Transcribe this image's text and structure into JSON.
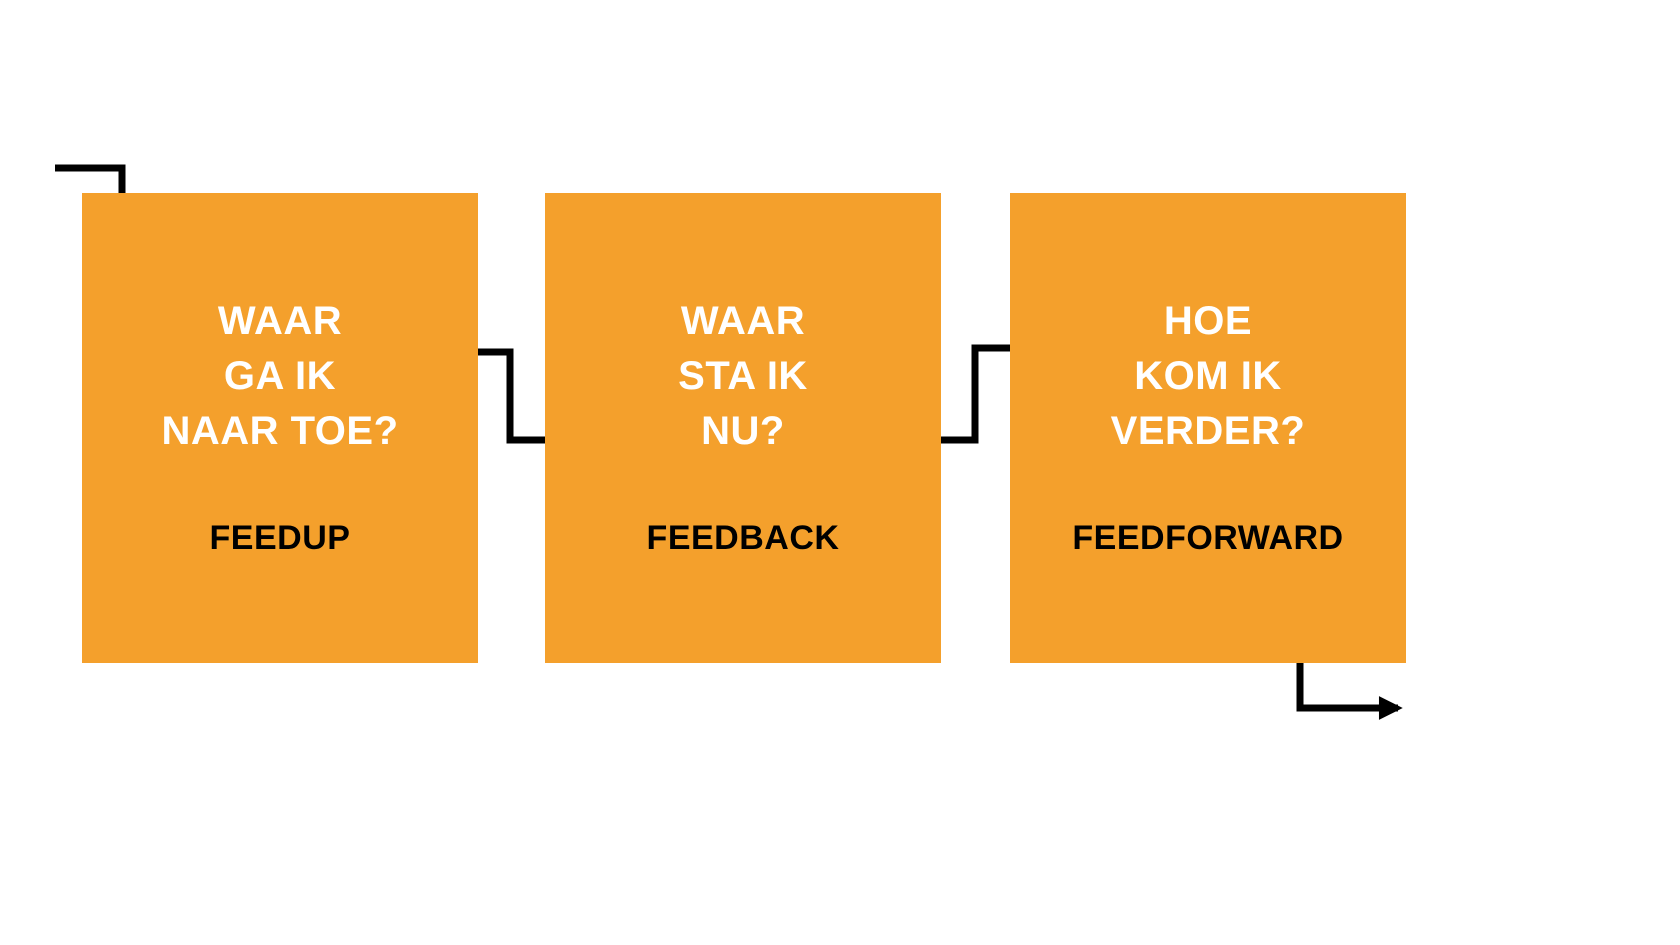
{
  "diagram": {
    "colors": {
      "background": "#ffffff",
      "box": "#F4A02C",
      "arrow": "#000000",
      "question_text": "#ffffff",
      "label_text": "#000000"
    },
    "boxes": [
      {
        "question_lines": [
          "WAAR",
          "GA IK",
          "NAAR TOE?"
        ],
        "label": "FEEDUP"
      },
      {
        "question_lines": [
          "WAAR",
          "STA IK",
          "NU?"
        ],
        "label": "FEEDBACK"
      },
      {
        "question_lines": [
          "HOE",
          "KOM IK",
          "VERDER?"
        ],
        "label": "FEEDFORWARD"
      }
    ],
    "arrows": [
      {
        "name": "flow-in",
        "from": "top-left-edge",
        "to": "FEEDUP"
      },
      {
        "name": "feedup-to-feedback",
        "from": "FEEDUP",
        "to": "FEEDBACK"
      },
      {
        "name": "feedback-to-feedforward",
        "from": "FEEDBACK",
        "to": "FEEDFORWARD"
      },
      {
        "name": "flow-out",
        "from": "FEEDFORWARD",
        "to": "bottom-right-edge"
      }
    ]
  }
}
